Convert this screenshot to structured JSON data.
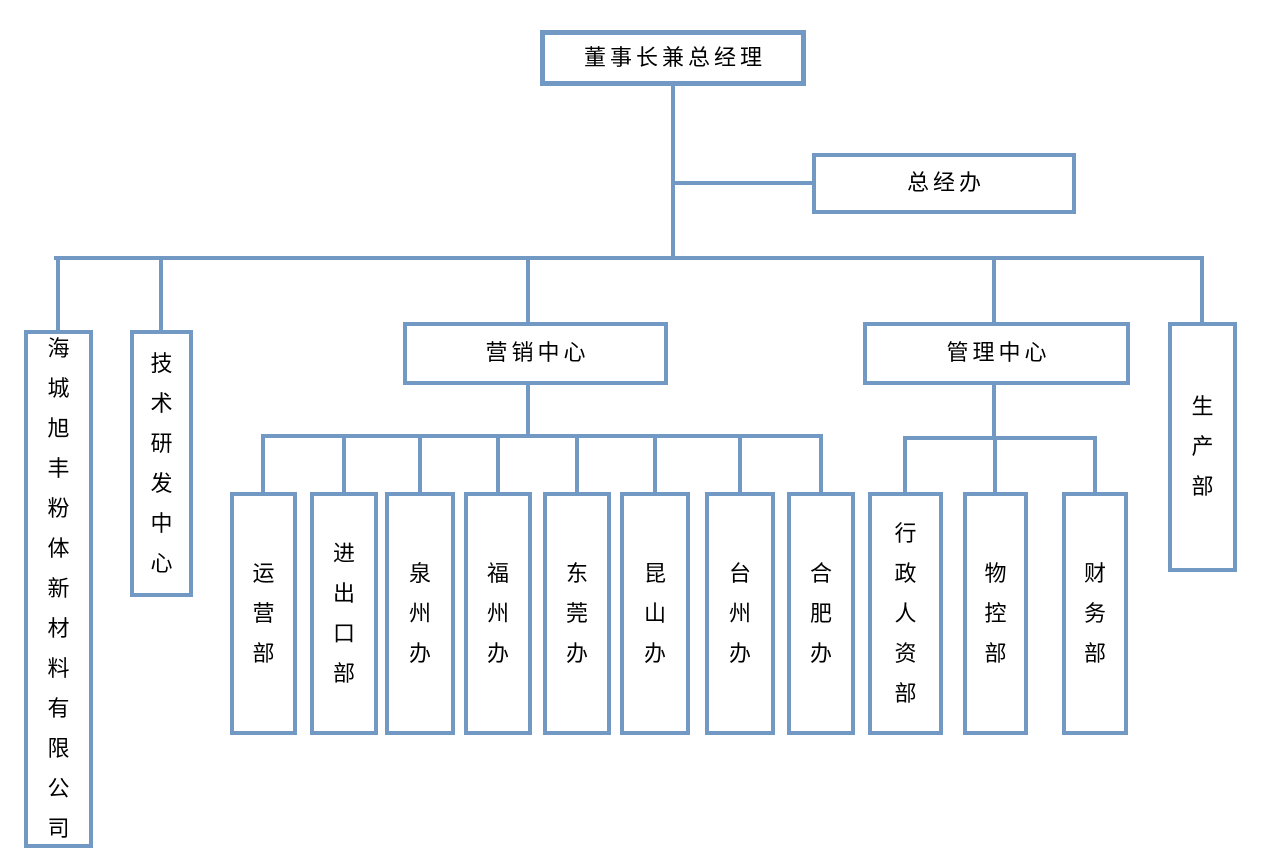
{
  "colors": {
    "line": "#7199c3",
    "text": "#000000",
    "background": "#ffffff"
  },
  "org": {
    "root": {
      "label": "董事长兼总经理"
    },
    "staff": {
      "label": "总经办"
    },
    "branches": [
      {
        "label": "海城旭丰粉体新材料有限公司"
      },
      {
        "label": "技术研发中心"
      },
      {
        "label": "营销中心"
      },
      {
        "label": "管理中心"
      },
      {
        "label": "生产部"
      }
    ],
    "marketing_children": [
      {
        "label": "运营部"
      },
      {
        "label": "进出口部"
      },
      {
        "label": "泉州办"
      },
      {
        "label": "福州办"
      },
      {
        "label": "东莞办"
      },
      {
        "label": "昆山办"
      },
      {
        "label": "台州办"
      },
      {
        "label": "合肥办"
      }
    ],
    "management_children": [
      {
        "label": "行政人资部"
      },
      {
        "label": "物控部"
      },
      {
        "label": "财务部"
      }
    ]
  }
}
